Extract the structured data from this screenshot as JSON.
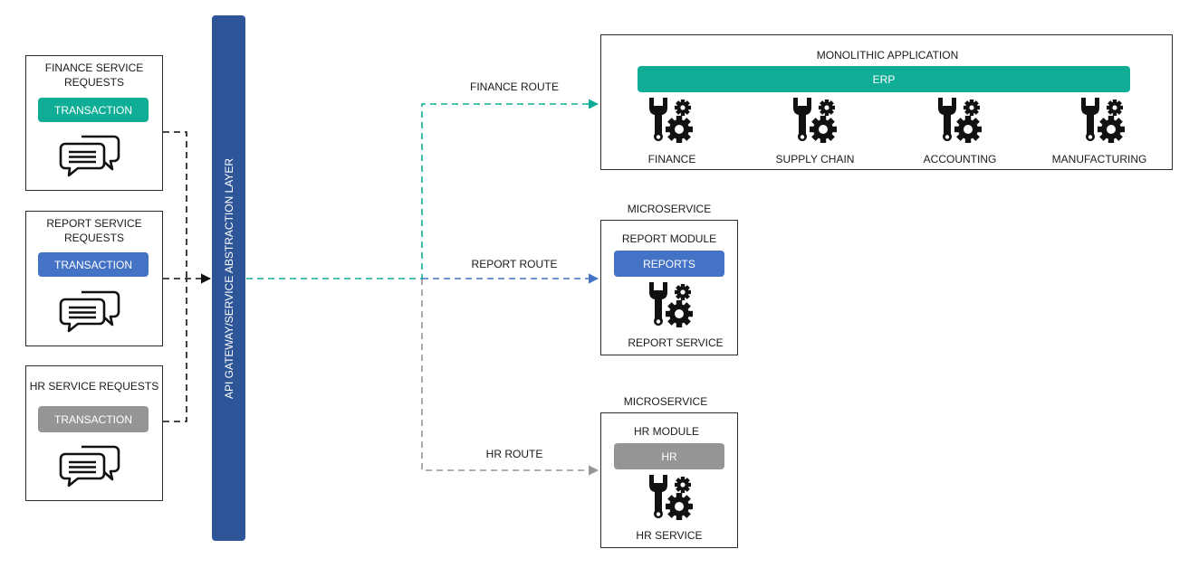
{
  "requests": [
    {
      "title": "FINANCE SERVICE REQUESTS",
      "badge": "TRANSACTION",
      "color": "#10ad96"
    },
    {
      "title": "REPORT SERVICE REQUESTS",
      "badge": "TRANSACTION",
      "color": "#4472c4"
    },
    {
      "title": "HR SERVICE REQUESTS",
      "badge": "TRANSACTION",
      "color": "#959595"
    }
  ],
  "gateway": {
    "label": "API GATEWAY/SERVICE ABSTRACTION LAYER",
    "color": "#2e5597"
  },
  "routes": {
    "finance": "FINANCE ROUTE",
    "report": "REPORT ROUTE",
    "hr": "HR ROUTE"
  },
  "monolith": {
    "title": "MONOLITHIC APPLICATION",
    "bar": "ERP",
    "modules": [
      "FINANCE",
      "SUPPLY CHAIN",
      "ACCOUNTING",
      "MANUFACTURING"
    ]
  },
  "report_service": {
    "caption": "MICROSERVICE",
    "module": "REPORT MODULE",
    "bar": "REPORTS",
    "service": "REPORT SERVICE"
  },
  "hr_service": {
    "caption": "MICROSERVICE",
    "module": "HR MODULE",
    "bar": "HR",
    "service": "HR SERVICE"
  }
}
